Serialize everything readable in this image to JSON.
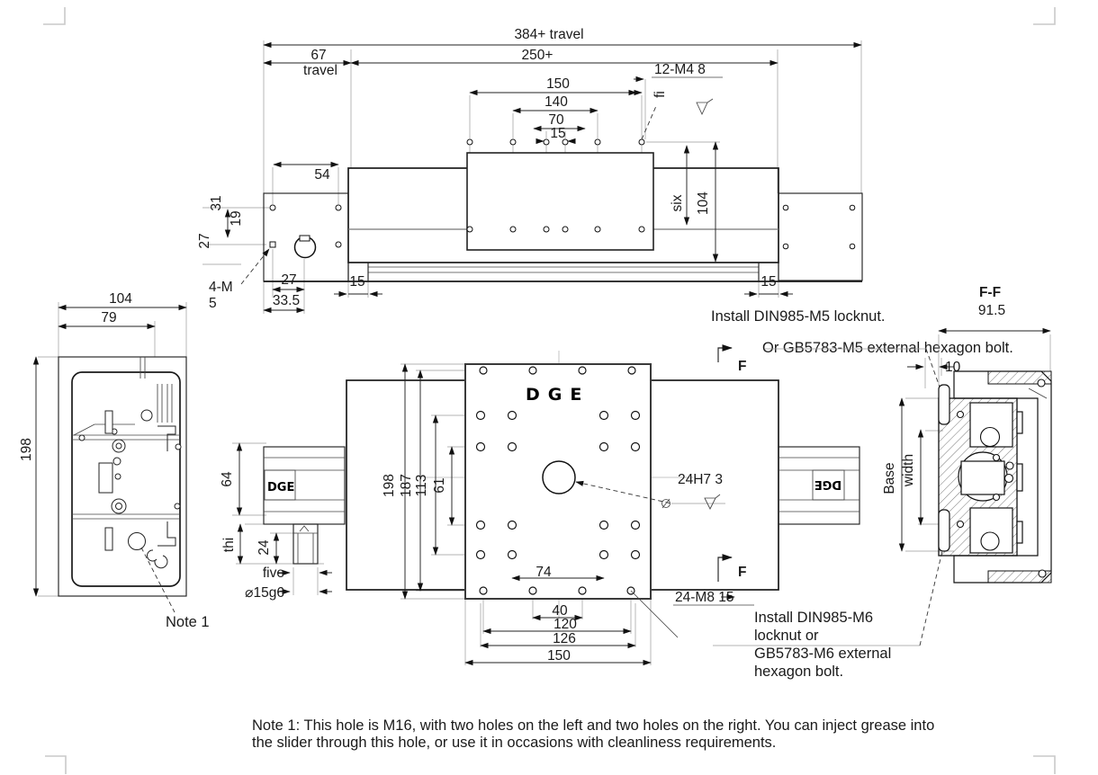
{
  "top_view": {
    "dim_overall": "384+ travel",
    "dim_67": "67",
    "word_travel": "travel",
    "dim_250": "250+",
    "label_12m4": "12-M4 8",
    "dim_150": "150",
    "dim_140": "140",
    "dim_70": "70",
    "dim_15_holes": "15",
    "label_fi": "fi",
    "dim_six": "six",
    "dim_104": "104",
    "dim_54": "54",
    "dim_31": "31",
    "dim_19": "19",
    "dim_27_vert": "27",
    "dim_27": "27",
    "dim_33_5": "33.5",
    "label_4m_line1": "4-M",
    "label_4m_line2": "5",
    "dim_15_left": "15",
    "dim_15_right": "15",
    "note_locknut_m5": "Install DIN985-M5 locknut.",
    "note_bolt_m5": "Or GB5783-M5 external hexagon bolt."
  },
  "side_view": {
    "dim_104": "104",
    "dim_79": "79",
    "dim_198": "198",
    "note1_label": "Note 1"
  },
  "plan_view": {
    "logo_plate": "DGE",
    "logo_motor": "DGE",
    "logo_right_end": "DGE",
    "dim_198": "198",
    "dim_187": "187",
    "dim_113": "113",
    "dim_61": "61",
    "dim_64": "64",
    "label_thi": "thi",
    "dim_24": "24",
    "label_five": "five",
    "label_15g6": "⌀15g6",
    "dim_74": "74",
    "dim_40": "40",
    "dim_120": "120",
    "dim_126": "126",
    "dim_150": "150",
    "label_24h7": "24H7 3",
    "label_24m8": "24-M8 15",
    "marker_f_top": "F",
    "marker_f_bottom": "F",
    "note_locknut_m6": [
      "Install DIN985-M6",
      "locknut or",
      "GB5783-M6 external",
      "hexagon bolt."
    ]
  },
  "section_view": {
    "title": "F-F",
    "dim_91_5": "91.5",
    "dim_10": "10",
    "label_base": "Base",
    "label_width": "width"
  },
  "footnote": {
    "line1": "Note 1: This hole is M16, with two holes on the left and two holes on the right. You can inject grease into",
    "line2": "the slider through this hole, or use it in occasions with cleanliness requirements."
  }
}
